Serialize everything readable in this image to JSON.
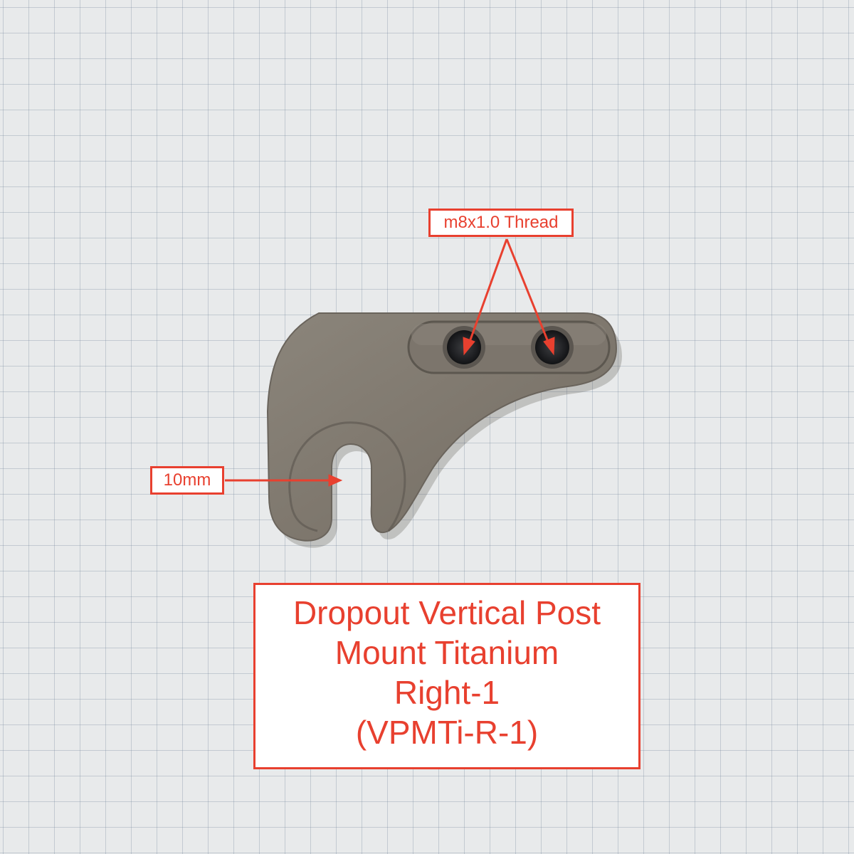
{
  "labels": {
    "thread": "m8x1.0 Thread",
    "slot": "10mm"
  },
  "title": {
    "lines": [
      "Dropout Vertical Post",
      "Mount Titanium",
      "Right-1",
      "(VPMTi-R-1)"
    ]
  },
  "colors": {
    "annotation": "#e8402f",
    "part": "#837c72",
    "background": "#e8eaeb",
    "grid": "#a9b6c2"
  },
  "icons": {
    "arrow": "arrow-icon"
  }
}
